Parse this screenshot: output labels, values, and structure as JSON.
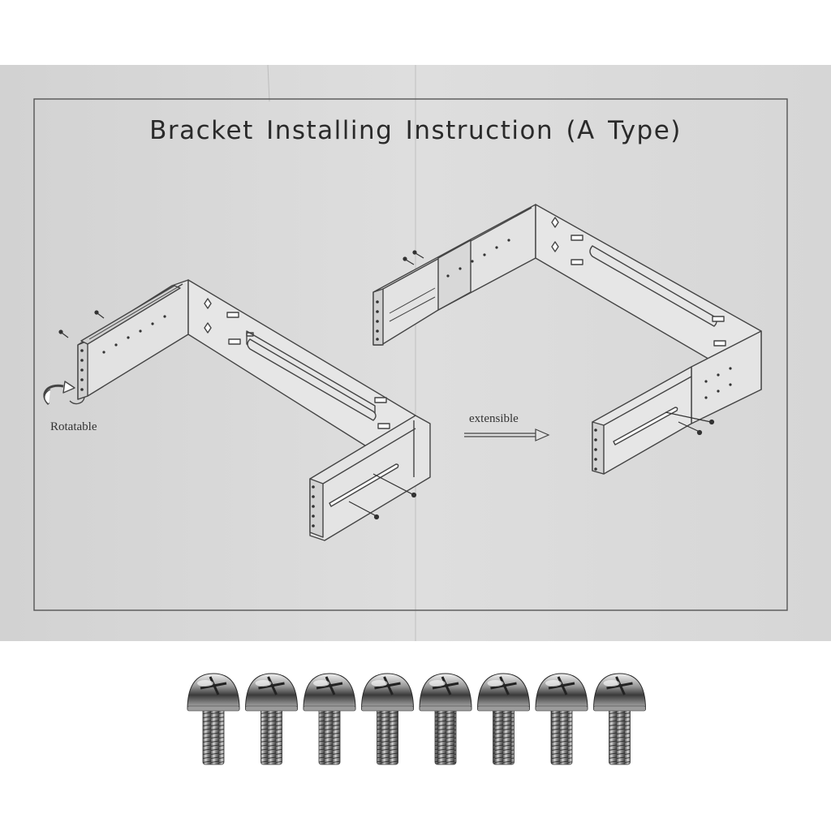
{
  "document": {
    "title": "Bracket  Installing Instruction (A Type)"
  },
  "diagram": {
    "left_label": "Rotatable",
    "middle_label": "extensible"
  },
  "screws": {
    "count": 8
  },
  "colors": {
    "sheet": "#d9d9d9",
    "line": "#4a4a4a",
    "bracket_fill": "#e2e2e2",
    "border": "#555555"
  }
}
